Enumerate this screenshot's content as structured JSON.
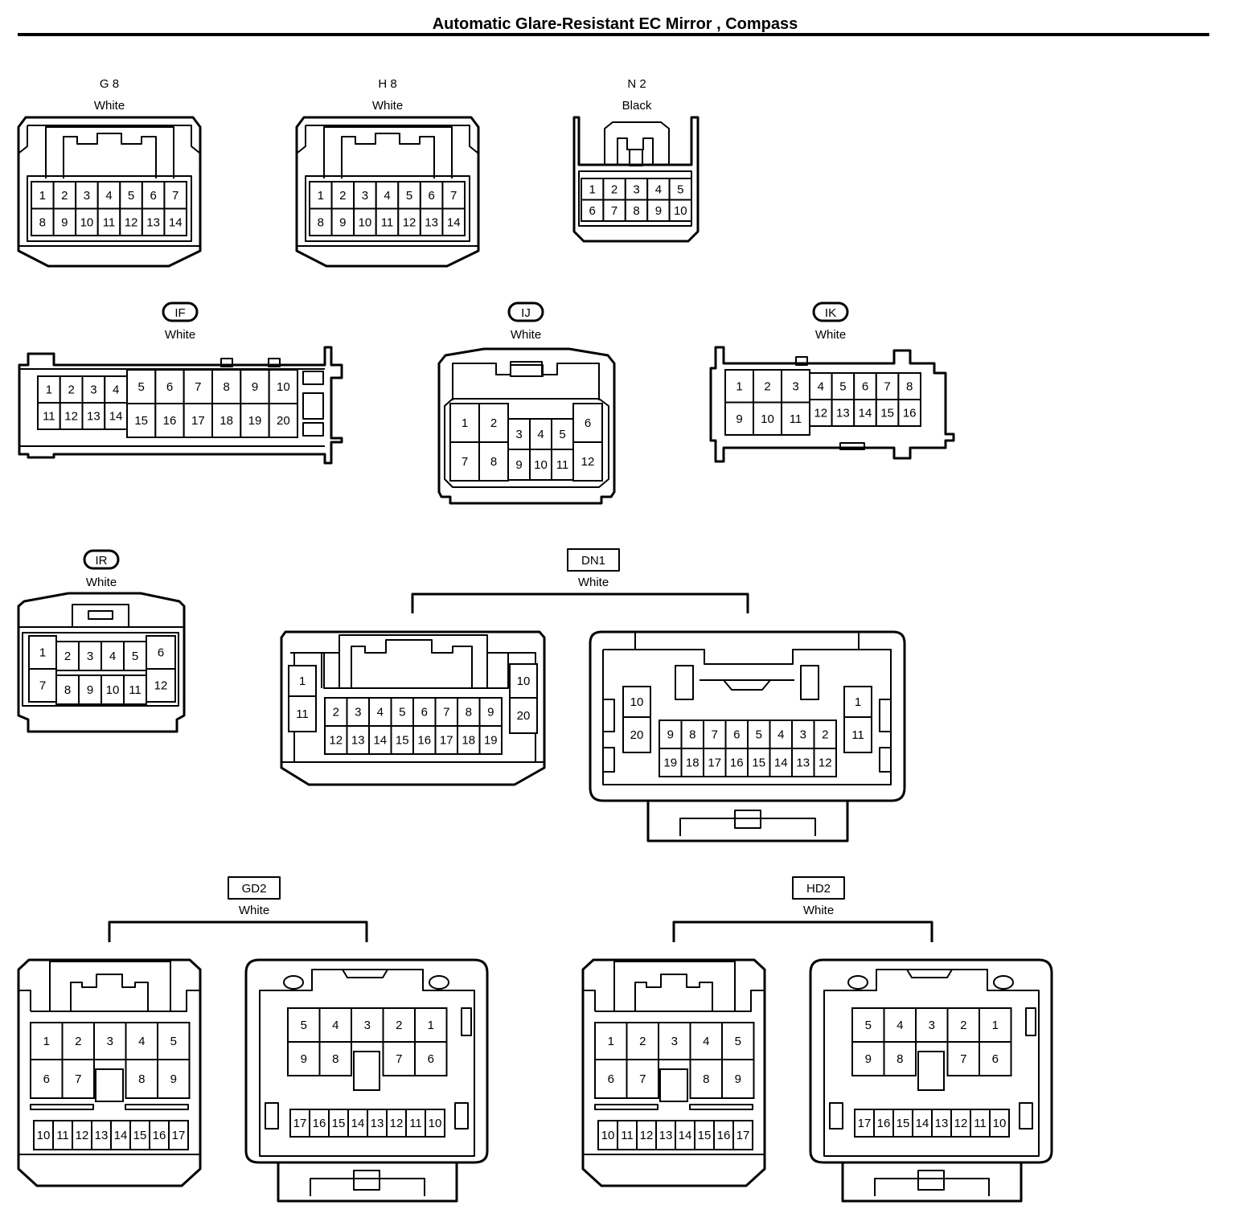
{
  "title": "Automatic Glare-Resistant EC Mirror , Compass",
  "connectors": {
    "g8": {
      "code": "G 8",
      "color": "White",
      "pins": [
        "1",
        "2",
        "3",
        "4",
        "5",
        "6",
        "7",
        "8",
        "9",
        "10",
        "11",
        "12",
        "13",
        "14"
      ]
    },
    "h8": {
      "code": "H 8",
      "color": "White",
      "pins": [
        "1",
        "2",
        "3",
        "4",
        "5",
        "6",
        "7",
        "8",
        "9",
        "10",
        "11",
        "12",
        "13",
        "14"
      ]
    },
    "n2": {
      "code": "N 2",
      "color": "Black",
      "pins": [
        "1",
        "2",
        "3",
        "4",
        "5",
        "6",
        "7",
        "8",
        "9",
        "10"
      ]
    },
    "if": {
      "code": "IF",
      "color": "White",
      "pins": [
        "1",
        "2",
        "3",
        "4",
        "5",
        "6",
        "7",
        "8",
        "9",
        "10",
        "11",
        "12",
        "13",
        "14",
        "15",
        "16",
        "17",
        "18",
        "19",
        "20"
      ]
    },
    "ij": {
      "code": "IJ",
      "color": "White",
      "pins": [
        "1",
        "2",
        "3",
        "4",
        "5",
        "6",
        "7",
        "8",
        "9",
        "10",
        "11",
        "12"
      ]
    },
    "ik": {
      "code": "IK",
      "color": "White",
      "pins": [
        "1",
        "2",
        "3",
        "4",
        "5",
        "6",
        "7",
        "8",
        "9",
        "10",
        "11",
        "12",
        "13",
        "14",
        "15",
        "16"
      ]
    },
    "ir": {
      "code": "IR",
      "color": "White",
      "pins": [
        "1",
        "2",
        "3",
        "4",
        "5",
        "6",
        "7",
        "8",
        "9",
        "10",
        "11",
        "12"
      ]
    },
    "dn1": {
      "code": "DN1",
      "color": "White",
      "male_pins": [
        "1",
        "11",
        "2",
        "3",
        "4",
        "5",
        "6",
        "7",
        "8",
        "9",
        "12",
        "13",
        "14",
        "15",
        "16",
        "17",
        "18",
        "19",
        "10",
        "20"
      ],
      "female_pins": [
        "10",
        "20",
        "9",
        "8",
        "7",
        "6",
        "5",
        "4",
        "3",
        "2",
        "19",
        "18",
        "17",
        "16",
        "15",
        "14",
        "13",
        "12",
        "1",
        "11"
      ]
    },
    "gd2": {
      "code": "GD2",
      "color": "White",
      "male_pins": [
        "1",
        "2",
        "3",
        "4",
        "5",
        "6",
        "7",
        "8",
        "9",
        "10",
        "11",
        "12",
        "13",
        "14",
        "15",
        "16",
        "17"
      ],
      "female_pins": [
        "5",
        "4",
        "3",
        "2",
        "1",
        "9",
        "8",
        "7",
        "6",
        "17",
        "16",
        "15",
        "14",
        "13",
        "12",
        "11",
        "10"
      ]
    },
    "hd2": {
      "code": "HD2",
      "color": "White",
      "male_pins": [
        "1",
        "2",
        "3",
        "4",
        "5",
        "6",
        "7",
        "8",
        "9",
        "10",
        "11",
        "12",
        "13",
        "14",
        "15",
        "16",
        "17"
      ],
      "female_pins": [
        "5",
        "4",
        "3",
        "2",
        "1",
        "9",
        "8",
        "7",
        "6",
        "17",
        "16",
        "15",
        "14",
        "13",
        "12",
        "11",
        "10"
      ]
    }
  }
}
